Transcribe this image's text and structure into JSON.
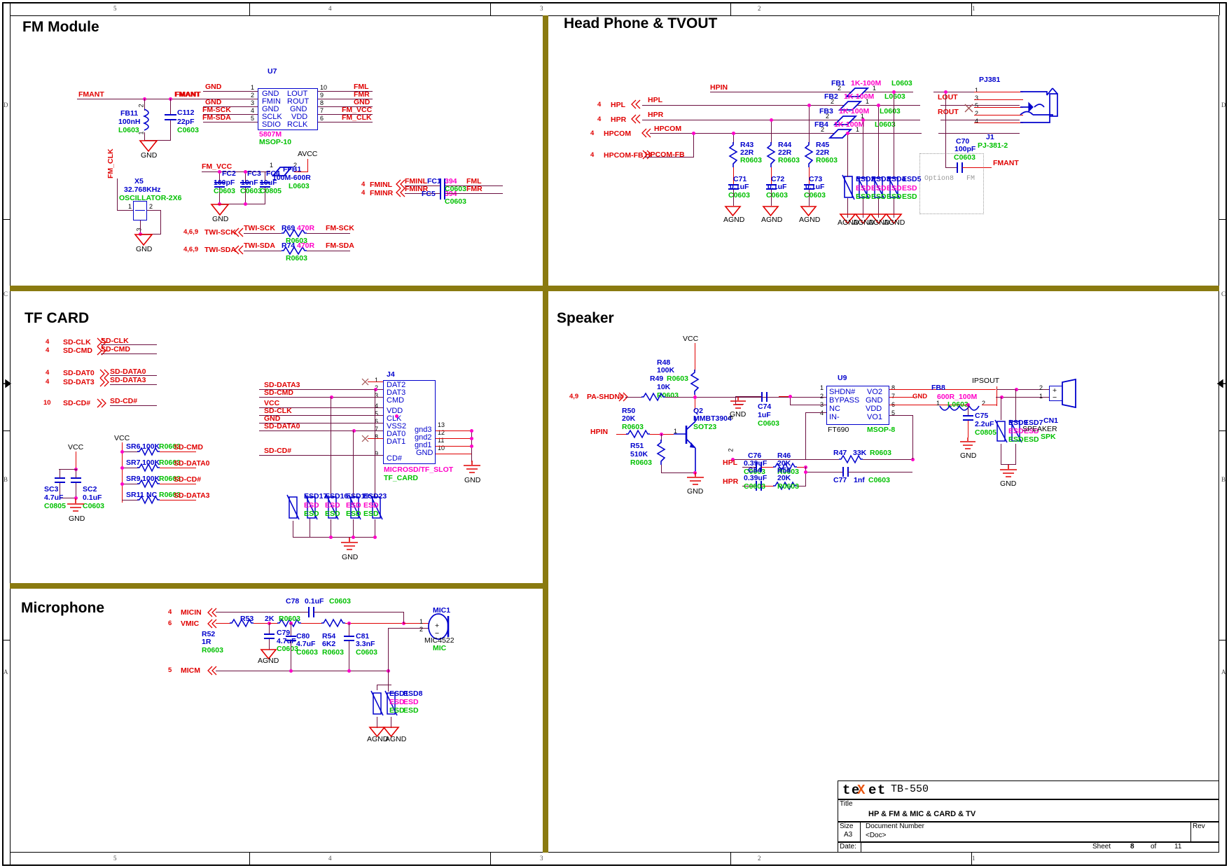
{
  "sheet": {
    "col_labels": [
      "5",
      "4",
      "3",
      "2",
      "1"
    ],
    "row_labels": [
      "D",
      "C",
      "B",
      "A"
    ]
  },
  "sections": {
    "fm": {
      "title": "FM Module"
    },
    "hp": {
      "title": "Head Phone & TVOUT"
    },
    "tf": {
      "title": "TF CARD"
    },
    "spk": {
      "title": "Speaker"
    },
    "mic": {
      "title": "Microphone"
    }
  },
  "fm_module": {
    "nets": {
      "fmant_left": "FMANT",
      "fmant_right": "FMANT",
      "fm_clk_vert": "FM_CLK",
      "fm_vcc": "FM_VCC",
      "avcc": "AVCC",
      "gnd1": "GND",
      "gnd2": "GND",
      "gnd3": "GND",
      "gnd4": "GND",
      "gnd5": "GND",
      "fm_sck": "FM-SCK",
      "fm_sda": "FM-SDA",
      "fml": "FML",
      "fmr": "FMR",
      "fm_vcc_pin": "FM_VCC",
      "fm_clk_pin": "FM_CLK",
      "gnd_pin": "GND",
      "fminl": "FMINL",
      "fminr": "FMINR",
      "twi_sck": "TWI-SCK",
      "twi_sda": "TWI-SDA",
      "twi_sck_sheet": "4,6,9",
      "twi_sda_sheet": "4,6,9",
      "fminl_sheet": "4",
      "fminr_sheet": "4",
      "fml_out": "FML",
      "fmr_out": "FMR"
    },
    "u7": {
      "ref": "U7",
      "part": "5807M",
      "package": "MSOP-10",
      "left_pins": [
        {
          "num": "1",
          "name": "GND",
          "net": "GND"
        },
        {
          "num": "2",
          "name": "FMIN",
          "net": "FMANT"
        },
        {
          "num": "3",
          "name": "GND",
          "net": "GND"
        },
        {
          "num": "4",
          "name": "SCLK",
          "net": "FM-SCK"
        },
        {
          "num": "5",
          "name": "SDIO",
          "net": "FM-SDA"
        }
      ],
      "right_pins": [
        {
          "num": "10",
          "name": "LOUT",
          "net": "FML"
        },
        {
          "num": "9",
          "name": "ROUT",
          "net": "FMR"
        },
        {
          "num": "8",
          "name": "GND",
          "net": "GND"
        },
        {
          "num": "7",
          "name": "VDD",
          "net": "FM_VCC"
        },
        {
          "num": "6",
          "name": "RCLK",
          "net": "FM_CLK"
        }
      ]
    },
    "components": [
      {
        "ref": "FB11",
        "value": "100nH",
        "package": "L0603",
        "pin_a": "2",
        "pin_b": "1"
      },
      {
        "ref": "C112",
        "value": "22pF",
        "package": "C0603"
      },
      {
        "ref": "X5",
        "value": "32.768KHz",
        "package": "OSCILLATOR-2X6",
        "pin1": "1",
        "pin2": "2",
        "pin3": "3"
      },
      {
        "ref": "FC2",
        "value": "100pF",
        "package": "C0603"
      },
      {
        "ref": "FC3",
        "value": "10nF",
        "package": "C0603"
      },
      {
        "ref": "FC4",
        "value": "10uF",
        "package": "C0805"
      },
      {
        "ref": "FFB1",
        "value": "100M-600R",
        "package": "L0603",
        "pin_a": "1",
        "pin_b": "2"
      },
      {
        "ref": "FC1",
        "value": "394",
        "package": "C0603"
      },
      {
        "ref": "FC5",
        "value": "394",
        "package": "C0603"
      },
      {
        "ref": "R69",
        "value": "470R",
        "package": "R0603"
      },
      {
        "ref": "R74",
        "value": "470R",
        "package": "R0603"
      }
    ]
  },
  "head_phone": {
    "nets": {
      "hpin": "HPIN",
      "hpl": "HPL",
      "hpr": "HPR",
      "hpcom": "HPCOM",
      "hpcom_fb": "HPCOM-FB",
      "hpl_sheet": "4",
      "hpr_sheet": "4",
      "hpcom_sheet": "4",
      "hpcom_fb_sheet": "4",
      "lout": "LOUT",
      "rout": "ROUT",
      "fmant": "FMANT",
      "agnd": "AGND"
    },
    "ferrites": [
      {
        "ref": "FB1",
        "value": "1K-100M",
        "package": "L0603",
        "pin_a": "2",
        "pin_b": "1"
      },
      {
        "ref": "FB2",
        "value": "1K-100M",
        "package": "L0603",
        "pin_a": "2",
        "pin_b": "1"
      },
      {
        "ref": "FB3",
        "value": "1K-100M",
        "package": "L0603",
        "pin_a": "2",
        "pin_b": "1"
      },
      {
        "ref": "FB4",
        "value": "1K-100M",
        "package": "L0603",
        "pin_a": "2",
        "pin_b": "1"
      }
    ],
    "resistors": [
      {
        "ref": "R43",
        "value": "22R",
        "package": "R0603"
      },
      {
        "ref": "R44",
        "value": "22R",
        "package": "R0603"
      },
      {
        "ref": "R45",
        "value": "22R",
        "package": "R0603"
      }
    ],
    "caps": [
      {
        "ref": "C71",
        "value": "0.1uF",
        "package": "C0603"
      },
      {
        "ref": "C72",
        "value": "0.1uF",
        "package": "C0603"
      },
      {
        "ref": "C73",
        "value": "0.1uF",
        "package": "C0603"
      },
      {
        "ref": "C70",
        "value": "100pF",
        "package": "C0603"
      }
    ],
    "esds": [
      {
        "ref": "ESD2",
        "value": "ESD",
        "package": "ESD"
      },
      {
        "ref": "ESD3",
        "value": "ESD",
        "package": "ESD"
      },
      {
        "ref": "ESD4",
        "value": "ESD",
        "package": "ESD"
      },
      {
        "ref": "ESD5",
        "value": "ESD",
        "package": "ESD"
      }
    ],
    "connector": {
      "ref": "PJ381",
      "part_ref": "J1",
      "part": "PJ-381-2",
      "pins": [
        "1",
        "3",
        "5",
        "2",
        "4"
      ]
    },
    "option_box": {
      "label_left": "Option8",
      "label_right": "FM"
    }
  },
  "tf_card": {
    "ports": [
      {
        "sheet": "4",
        "name": "SD-CLK",
        "net": "SD-CLK"
      },
      {
        "sheet": "4",
        "name": "SD-CMD",
        "net": "SD-CMD"
      },
      {
        "sheet": "4",
        "name": "SD-DAT0",
        "net": "SD-DATA0"
      },
      {
        "sheet": "4",
        "name": "SD-DAT3",
        "net": "SD-DATA3"
      },
      {
        "sheet": "10",
        "name": "SD-CD#",
        "net": "SD-CD#"
      }
    ],
    "vcc_left": "VCC",
    "vcc_right": "VCC",
    "decoupling": [
      {
        "ref": "SC3",
        "value": "4.7uF",
        "package": "C0805"
      },
      {
        "ref": "SC2",
        "value": "0.1uF",
        "package": "C0603"
      }
    ],
    "pullups": [
      {
        "ref": "SR6",
        "value": "100K",
        "package": "R0603",
        "net": "SD-CMD"
      },
      {
        "ref": "SR7",
        "value": "100K",
        "package": "R0603",
        "net": "SD-DATA0"
      },
      {
        "ref": "SR9",
        "value": "100K",
        "package": "R0603",
        "net": "SD-CD#"
      },
      {
        "ref": "SR11",
        "value": "NC",
        "package": "R0603",
        "net": "SD-DATA3"
      }
    ],
    "j4": {
      "ref": "J4",
      "part": "MICROSD/TF_SLOT",
      "value": "TF_CARD",
      "left_pins": [
        {
          "num": "1",
          "name": "DAT2",
          "net": ""
        },
        {
          "num": "2",
          "name": "DAT3",
          "net": "SD-DATA3"
        },
        {
          "num": "3",
          "name": "CMD",
          "net": "SD-CMD"
        },
        {
          "num": "4",
          "name": "VDD",
          "net": "VCC"
        },
        {
          "num": "5",
          "name": "CLK",
          "net": "SD-CLK"
        },
        {
          "num": "6",
          "name": "VSS2",
          "net": "GND"
        },
        {
          "num": "7",
          "name": "DAT0",
          "net": "SD-DATA0"
        },
        {
          "num": "8",
          "name": "DAT1",
          "net": ""
        },
        {
          "num": "9",
          "name": "CD#",
          "net": "SD-CD#"
        }
      ],
      "right_pins": [
        {
          "num": "13",
          "name": "gnd3"
        },
        {
          "num": "12",
          "name": "gnd2"
        },
        {
          "num": "11",
          "name": "gnd1"
        },
        {
          "num": "10",
          "name": "GND"
        }
      ]
    },
    "esds": [
      {
        "ref": "ESD17",
        "value": "ESD",
        "package": "ESD"
      },
      {
        "ref": "ESD16",
        "value": "ESD",
        "package": "ESD"
      },
      {
        "ref": "ESD19",
        "value": "ESD",
        "package": "ESD"
      },
      {
        "ref": "ESD23",
        "value": "ESD",
        "package": "ESD"
      }
    ],
    "gnd": "GND"
  },
  "speaker": {
    "vcc": "VCC",
    "pa_shdn": "PA-SHDN#",
    "pa_shdn_sheet": "4,9",
    "hpin": "HPIN",
    "hpl": "HPL",
    "hpr": "HPR",
    "ipsout": "IPSOUT",
    "gnd": "GND",
    "resistors": [
      {
        "ref": "R48",
        "value": "100K",
        "package": "R0603"
      },
      {
        "ref": "R49",
        "value": "10K",
        "package": "R0603"
      },
      {
        "ref": "R50",
        "value": "20K",
        "package": "R0603"
      },
      {
        "ref": "R51",
        "value": "510K",
        "package": "R0603"
      },
      {
        "ref": "R46",
        "value": "20K",
        "package": "R0603"
      },
      {
        "ref": "R56",
        "value": "20K",
        "package": "R0603"
      },
      {
        "ref": "R47",
        "value": "33K",
        "package": "R0603"
      }
    ],
    "caps": [
      {
        "ref": "C74",
        "value": "1uF",
        "package": "C0603"
      },
      {
        "ref": "C75",
        "value": "2.2uF",
        "package": "C0805"
      },
      {
        "ref": "C76",
        "value": "0.39uF",
        "package": "C0603"
      },
      {
        "ref": "C84",
        "value": "0.39uF",
        "package": "C0603"
      },
      {
        "ref": "C77",
        "value": "1nf",
        "package": "C0603"
      }
    ],
    "q2": {
      "ref": "Q2",
      "part": "MMBT3904",
      "package": "SOT23",
      "pin1": "1",
      "pin2": "2",
      "pin3": "3"
    },
    "u9": {
      "ref": "U9",
      "part": "FT690",
      "package": "MSOP-8",
      "left_pins": [
        {
          "num": "1",
          "name": "SHDN#"
        },
        {
          "num": "2",
          "name": "BYPASS"
        },
        {
          "num": "3",
          "name": "NC"
        },
        {
          "num": "4",
          "name": "IN-"
        }
      ],
      "right_pins": [
        {
          "num": "8",
          "name": "VO2"
        },
        {
          "num": "7",
          "name": "GND"
        },
        {
          "num": "6",
          "name": "VDD"
        },
        {
          "num": "5",
          "name": "VO1"
        }
      ]
    },
    "fb8": {
      "ref": "FB8",
      "value": "600R_100M",
      "package": "L0603",
      "pin_a": "1",
      "pin_b": "2",
      "gnd_label": "GND"
    },
    "esds": [
      {
        "ref": "ESD9",
        "value": "ESD",
        "package": "ESD"
      },
      {
        "ref": "ESD7",
        "value": "ESD",
        "package": "ESD"
      }
    ],
    "cn1": {
      "ref": "CN1",
      "part": "SPEAKER",
      "value": "SPK",
      "pin1": "1",
      "pin2": "2",
      "plus": "+",
      "minus": "−"
    }
  },
  "microphone": {
    "ports": [
      {
        "sheet": "4",
        "name": "MICIN"
      },
      {
        "sheet": "6",
        "name": "VMIC"
      },
      {
        "sheet": "5",
        "name": "MICM"
      }
    ],
    "components": [
      {
        "ref": "C78",
        "value": "0.1uF",
        "package": "C0603"
      },
      {
        "ref": "R52",
        "value": "1R",
        "package": "R0603"
      },
      {
        "ref": "R53",
        "value": "2K",
        "package": "R0603"
      },
      {
        "ref": "R54",
        "value": "6K2",
        "package": "R0603"
      },
      {
        "ref": "C79",
        "value": "4.7uF",
        "package": "C0603"
      },
      {
        "ref": "C80",
        "value": "4.7uF",
        "package": "C0603"
      },
      {
        "ref": "C81",
        "value": "3.3nF",
        "package": "C0603"
      }
    ],
    "mic1": {
      "ref": "MIC1",
      "part": "MIC4522",
      "value": "MIC",
      "pin1": "1",
      "pin2": "2",
      "plus": "+",
      "minus": "−"
    },
    "esds": [
      {
        "ref": "ESD1",
        "value": "ESD",
        "package": "ESD"
      },
      {
        "ref": "ESD8",
        "value": "ESD",
        "package": "ESD"
      }
    ],
    "agnd": "AGND",
    "agnd2": "AGND",
    "agnd3": "AGND"
  },
  "title_block": {
    "logo_left": "te",
    "logo_x": "X",
    "logo_right": "et",
    "model": "TB-550",
    "title_label": "Title",
    "title_value": "HP & FM & MIC & CARD & TV",
    "size_label": "Size",
    "size_value": "A3",
    "doc_label": "Document Number",
    "doc_value": "<Doc>",
    "rev_label": "Rev",
    "rev_value": "",
    "date_label": "Date:",
    "date_value": "",
    "sheet_label": "Sheet",
    "sheet_num": "8",
    "of_label": "of",
    "sheet_total": "11"
  }
}
